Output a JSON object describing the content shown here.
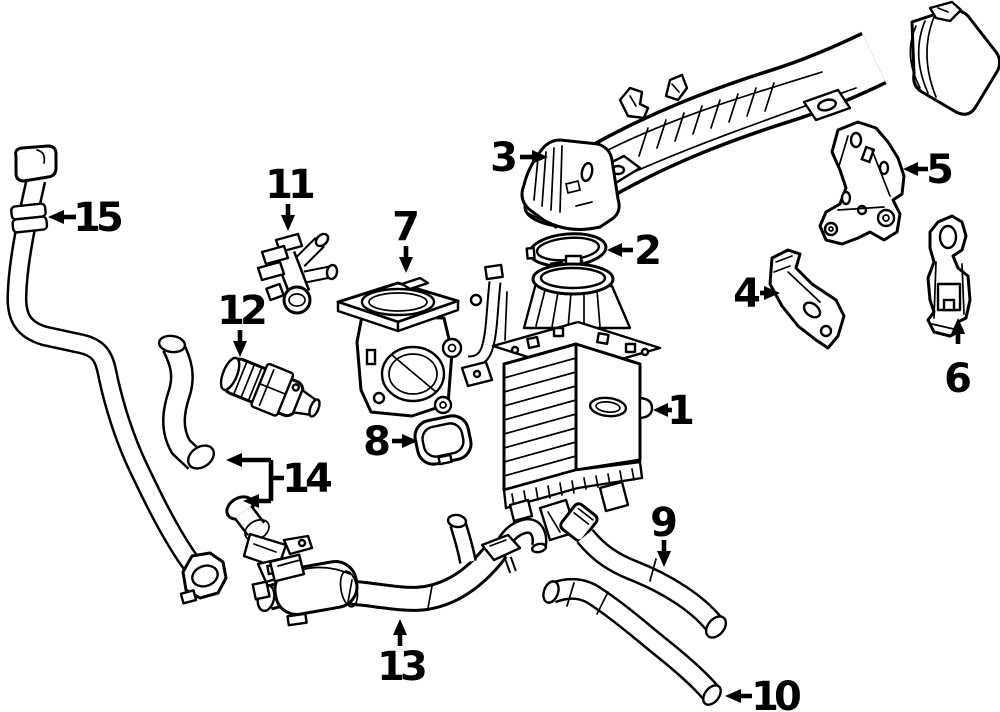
{
  "diagram": {
    "type": "exploded-parts-line-drawing",
    "background_color": "#ffffff",
    "line_color": "#000000",
    "callouts": [
      {
        "number": "1",
        "arrow": "left"
      },
      {
        "number": "2",
        "arrow": "left"
      },
      {
        "number": "3",
        "arrow": "right"
      },
      {
        "number": "4",
        "arrow": "right"
      },
      {
        "number": "5",
        "arrow": "left"
      },
      {
        "number": "6",
        "arrow": "up"
      },
      {
        "number": "7",
        "arrow": "down"
      },
      {
        "number": "8",
        "arrow": "right"
      },
      {
        "number": "9",
        "arrow": "down"
      },
      {
        "number": "10",
        "arrow": "left"
      },
      {
        "number": "11",
        "arrow": "down"
      },
      {
        "number": "12",
        "arrow": "down"
      },
      {
        "number": "13",
        "arrow": "up"
      },
      {
        "number": "14",
        "arrow": "left-double"
      },
      {
        "number": "15",
        "arrow": "left"
      }
    ]
  }
}
